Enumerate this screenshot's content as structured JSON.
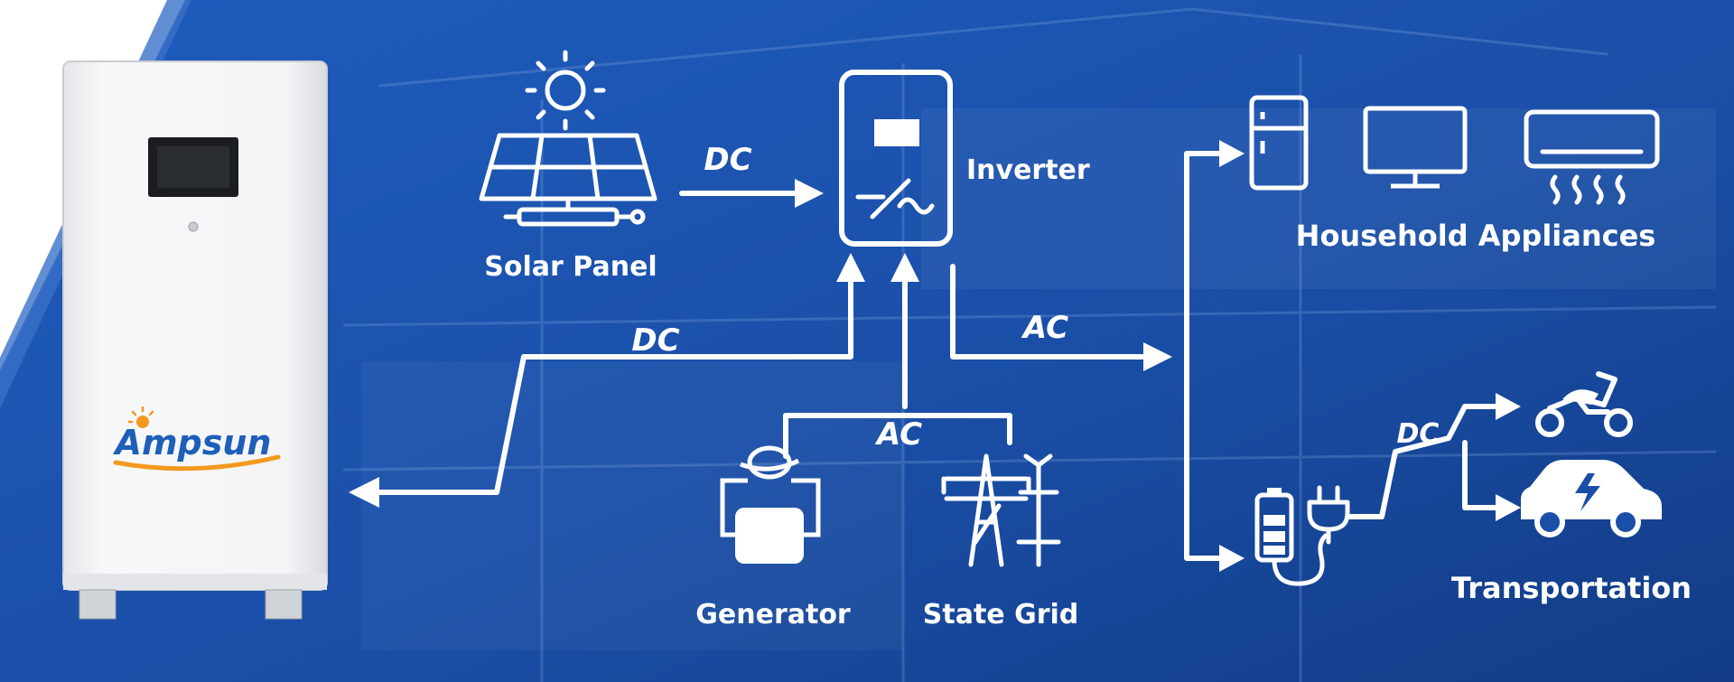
{
  "brand": {
    "logo_text": "Ampsun"
  },
  "nodes": {
    "solar_panel": "Solar Panel",
    "inverter": "Inverter",
    "household": "Household Appliances",
    "generator": "Generator",
    "state_grid": "State Grid",
    "transportation": "Transportation"
  },
  "flows": {
    "solar_to_inverter": "DC",
    "battery_to_inverter": "DC",
    "inverter_to_loads": "AC",
    "sources_to_inverter": "AC",
    "charger_to_vehicles": "DC"
  },
  "icons": [
    "sun-icon",
    "solar-panel-icon",
    "inverter-icon",
    "fridge-icon",
    "monitor-icon",
    "air-conditioner-icon",
    "generator-icon",
    "transmission-tower-icon",
    "battery-icon",
    "plug-icon",
    "motorcycle-icon",
    "car-icon"
  ],
  "colors": {
    "background_blue": "#1a4fa8",
    "deep_blue": "#123c86",
    "line_white": "#ffffff",
    "battery_white": "#f4f5f6",
    "logo_blue": "#1d5fb9",
    "logo_orange": "#f39a1e"
  }
}
